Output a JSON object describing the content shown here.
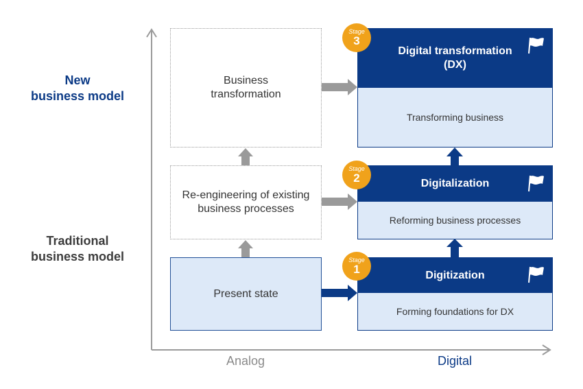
{
  "y_axis": {
    "top_label": "New\nbusiness model",
    "bottom_label": "Traditional\nbusiness model"
  },
  "x_axis": {
    "left_label": "Analog",
    "right_label": "Digital"
  },
  "left_column": {
    "business_transformation": "Business\ntransformation",
    "reengineering": "Re-engineering of existing\nbusiness processes",
    "present_state": "Present state"
  },
  "stages": [
    {
      "badge_word": "Stage",
      "number": "3",
      "title": "Digital transformation\n(DX)",
      "description": "Transforming business"
    },
    {
      "badge_word": "Stage",
      "number": "2",
      "title": "Digitalization",
      "description": "Reforming business processes"
    },
    {
      "badge_word": "Stage",
      "number": "1",
      "title": "Digitization",
      "description": "Forming foundations for DX"
    }
  ],
  "colors": {
    "navy": "#0b3a86",
    "light_blue": "#dde9f8",
    "orange": "#f0a21b",
    "gray": "#9a9a9a"
  }
}
